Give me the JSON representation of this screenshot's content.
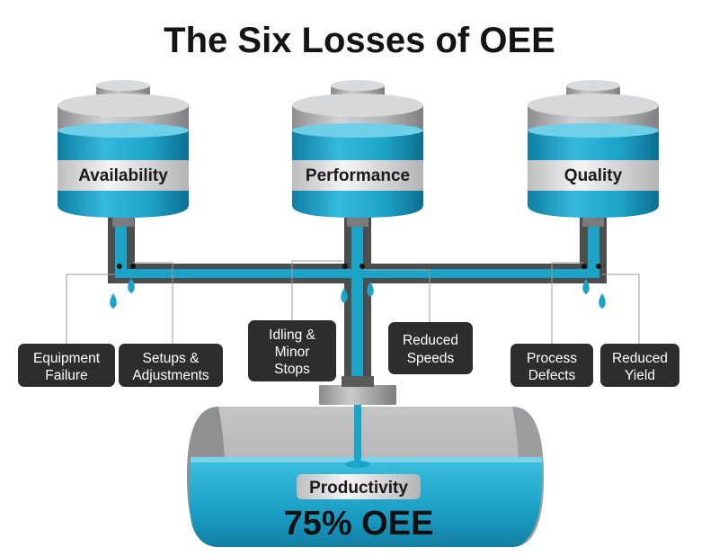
{
  "title": "The Six Losses of OEE",
  "tanks": [
    {
      "label": "Availability"
    },
    {
      "label": "Performance"
    },
    {
      "label": "Quality"
    }
  ],
  "losses": [
    {
      "line1": "Equipment",
      "line2": "Failure"
    },
    {
      "line1": "Setups &",
      "line2": "Adjustments"
    },
    {
      "line1": "Idling &",
      "line2": "Minor",
      "line3": "Stops"
    },
    {
      "line1": "Reduced",
      "line2": "Speeds"
    },
    {
      "line1": "Process",
      "line2": "Defects"
    },
    {
      "line1": "Reduced",
      "line2": "Yield"
    }
  ],
  "productivity": {
    "label": "Productivity",
    "value": "75% OEE"
  },
  "colors": {
    "water": "#1ba3c8",
    "water_light": "#7ad3ea",
    "pipe": "#4d4d4d",
    "tank_gray": "#a9aaac",
    "loss_box": "#2d2d2d",
    "title": "#141414"
  }
}
